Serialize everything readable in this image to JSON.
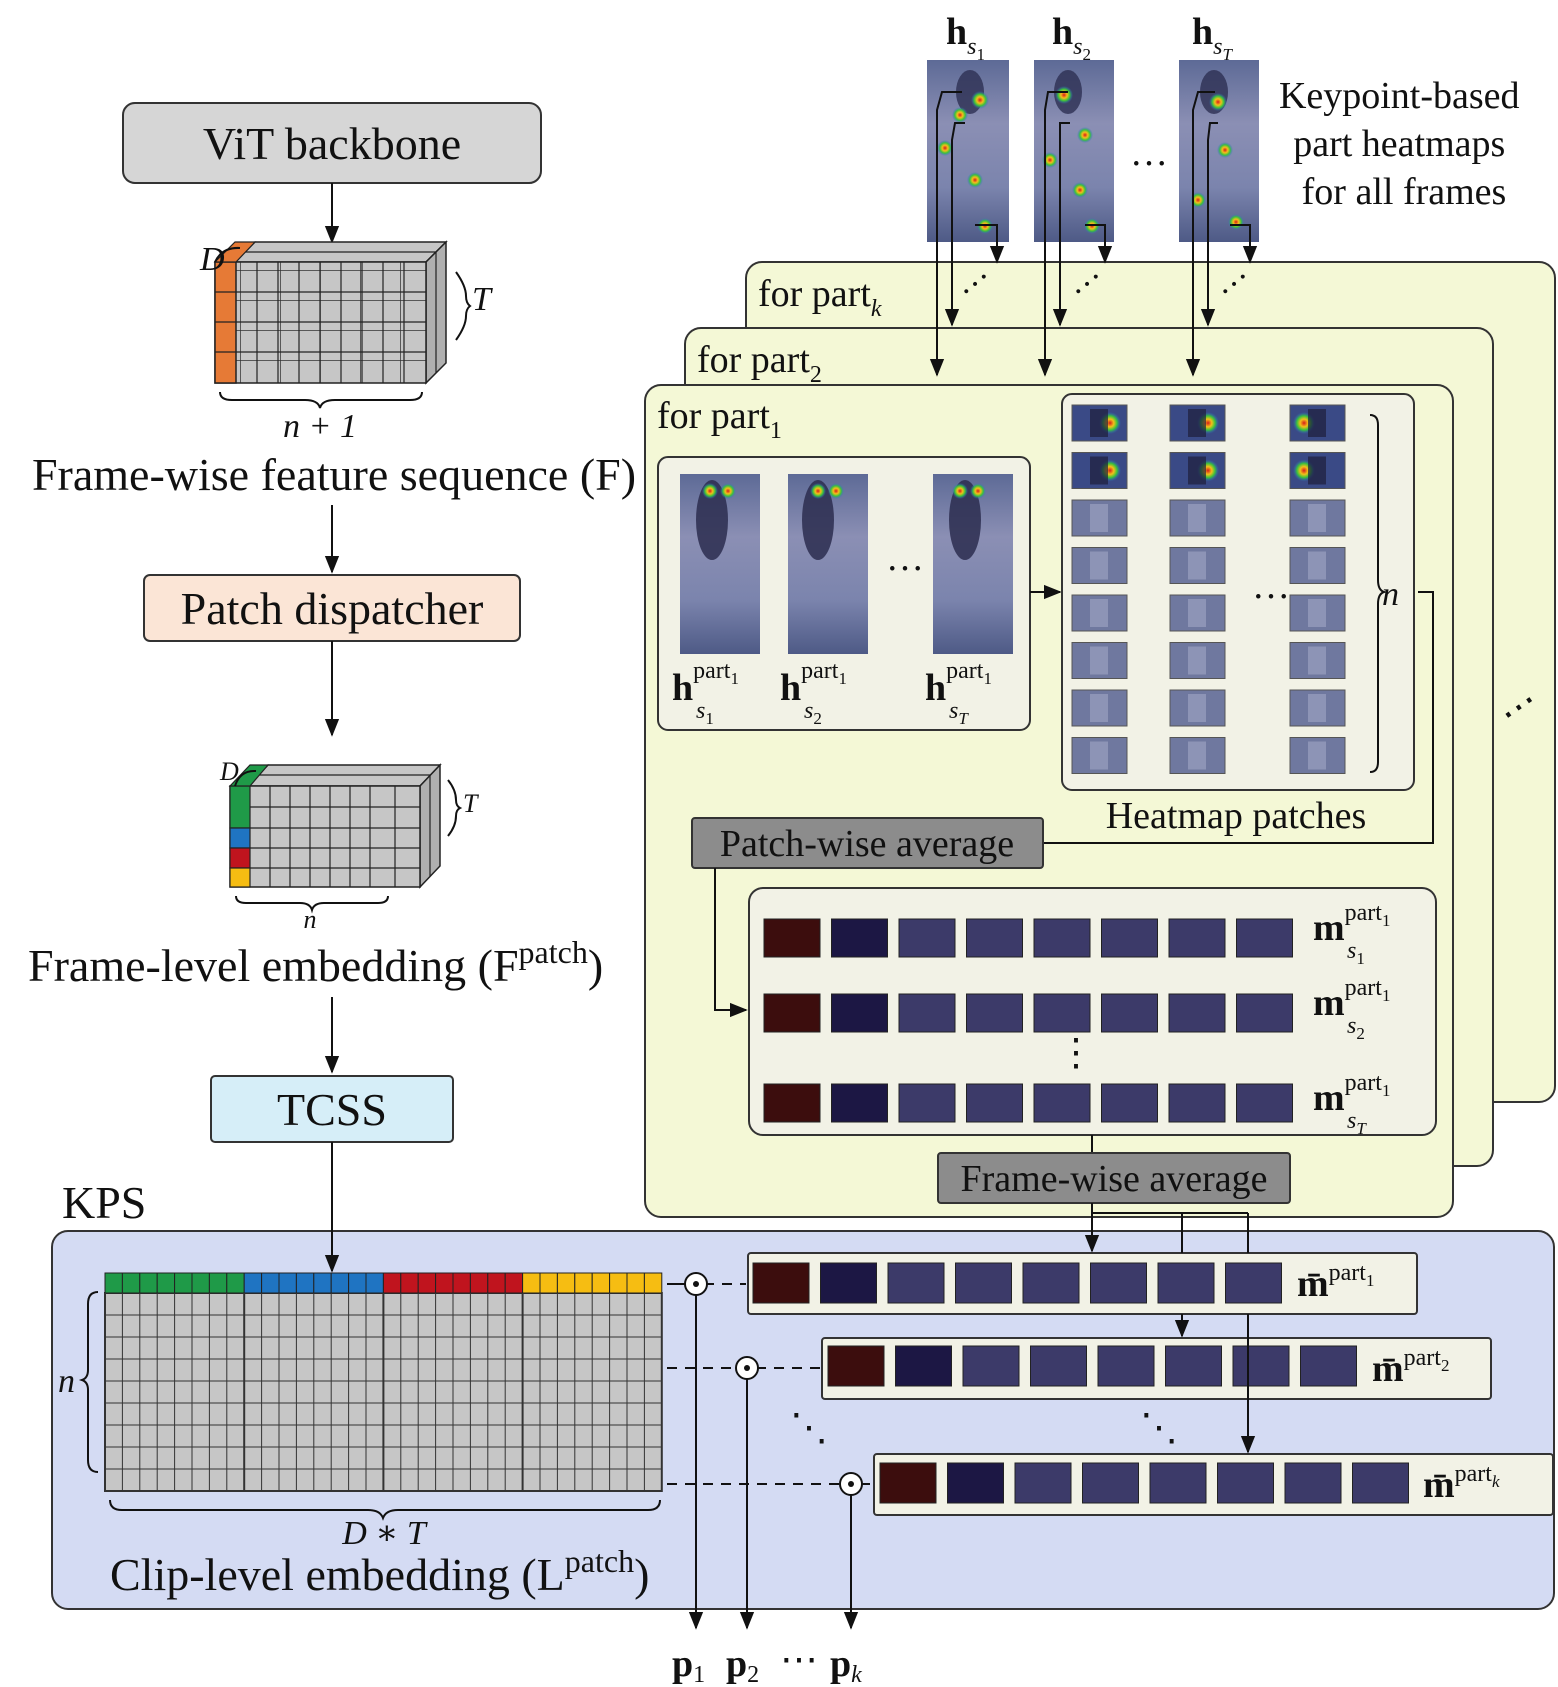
{
  "left": {
    "backbone": "ViT backbone",
    "feat_dim": "D",
    "feat_time": "T",
    "feat_tokens": "n + 1",
    "feat_label": "Frame-wise feature sequence (F)",
    "dispatcher": "Patch dispatcher",
    "patch_dim": "D",
    "patch_time": "T",
    "patch_tokens": "n",
    "patch_label": "Frame-level embedding (F",
    "patch_label_sup": "patch",
    "patch_label_close": ")",
    "tcss": "TCSS"
  },
  "top": {
    "h1": "h",
    "h1_sub": "s",
    "h1_subsub": "1",
    "h2": "h",
    "h2_sub": "s",
    "h2_subsub": "2",
    "hT": "h",
    "hT_sub": "s",
    "hT_subsub": "T",
    "dots": "…",
    "note_line1": "Keypoint-based",
    "note_line2": "part heatmaps",
    "note_line3": "for all frames"
  },
  "parts": {
    "partk": "for part",
    "partk_sub": "k",
    "part2": "for part",
    "part2_sub": "2",
    "part1": "for part",
    "part1_sub": "1",
    "right_dots": "⋯"
  },
  "inner": {
    "hs1": "h",
    "hs1_sup": "part",
    "hs1_supsub": "1",
    "hs1_sub": "s",
    "hs1_subsub": "1",
    "hs2": "h",
    "hs2_sup": "part",
    "hs2_supsub": "1",
    "hs2_sub": "s",
    "hs2_subsub": "2",
    "hsT": "h",
    "hsT_sup": "part",
    "hsT_supsub": "1",
    "hsT_sub": "s",
    "hsT_subsub": "T",
    "frames_dots": "…",
    "patches_dots": "…",
    "patches_n": "n",
    "patches_label": "Heatmap patches",
    "patch_avg": "Patch-wise average",
    "m1": "m",
    "m1_sup": "part",
    "m1_supsub": "1",
    "m1_sub": "s",
    "m1_subsub": "1",
    "m2": "m",
    "m2_sup": "part",
    "m2_supsub": "1",
    "m2_sub": "s",
    "m2_subsub": "2",
    "mT": "m",
    "mT_sup": "part",
    "mT_supsub": "1",
    "mT_sub": "s",
    "mT_subsub": "T",
    "vdots": "⋮",
    "frame_avg": "Frame-wise average"
  },
  "kps": {
    "title": "KPS",
    "n": "n",
    "width": "D ∗ T",
    "label": "Clip-level embedding (L",
    "label_sup": "patch",
    "label_close": ")",
    "mbar1": "m̄",
    "mbar1_sup": "part",
    "mbar1_supsub": "1",
    "mbar2": "m̄",
    "mbar2_sup": "part",
    "mbar2_supsub": "2",
    "mbark": "m̄",
    "mbark_sup": "part",
    "mbark_supsub": "k",
    "odot": "⊙",
    "ddots": "⋱"
  },
  "outputs": {
    "p": "p",
    "p1_sub": "1",
    "p2_sub": "2",
    "dots": "⋯",
    "pk_sub": "k"
  },
  "colors": {
    "gray_box": "#d6d6d6",
    "orange_box": "#fbe5d6",
    "blue_box": "#d6eef8",
    "yellow_panel": "#f4f8d6",
    "kps_panel": "#d4dbf3",
    "dark_box": "#8c8c8c",
    "cell_gray": "#c8c8c8",
    "green": "#1f9a48",
    "blue": "#1f74c2",
    "red": "#c0141e",
    "yellow": "#f6bd12",
    "orange": "#e67a36",
    "maroon": "#3c0d0d",
    "navy": "#1c1744",
    "slate": "#3c3a69"
  }
}
